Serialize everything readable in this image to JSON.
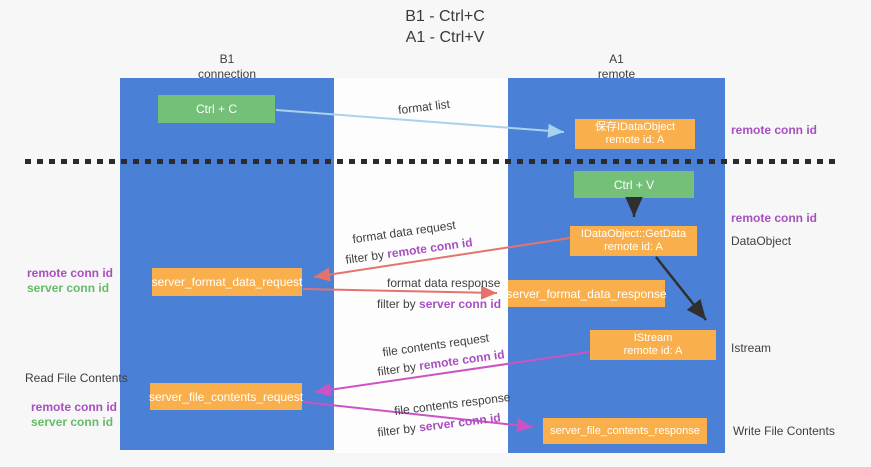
{
  "title": {
    "line1": "B1 - Ctrl+C",
    "line2": "A1 - Ctrl+V"
  },
  "lanes": {
    "left": {
      "name": "B1",
      "type": "connection"
    },
    "right": {
      "name": "A1",
      "type": "remote"
    }
  },
  "boxes": {
    "ctrl_c": {
      "label": "Ctrl + C"
    },
    "clipboard_store": {
      "line1": "保存IDataObject",
      "line2": "remote id: A"
    },
    "ctrl_v": {
      "label": "Ctrl + V"
    },
    "getdata": {
      "line1": "IDataObject::GetData",
      "line2": "remote id: A"
    },
    "format_request": {
      "label": "server_format_data_request"
    },
    "format_response": {
      "label": "server_format_data_response"
    },
    "istream": {
      "line1": "IStream",
      "line2": "remote id: A"
    },
    "file_request": {
      "label": "server_file_contents_request"
    },
    "file_response": {
      "label": "server_file_contents_response"
    }
  },
  "arrow_labels": {
    "format_list": "format list",
    "format_data_request": "format data request",
    "format_data_response": "format data response",
    "file_contents_request": "file contents request",
    "file_contents_response": "file contents response",
    "filter_by": "filter by ",
    "remote_conn_id": "remote conn id",
    "server_conn_id": "server conn id"
  },
  "annotations": {
    "right_top_conn": "remote conn id",
    "right_mid_conn": "remote conn id",
    "dataobject": "DataObject",
    "istream": "Istream",
    "write_file": "Write File Contents",
    "left_remote_conn": "remote conn id",
    "left_server_conn": "server conn id",
    "read_file": "Read File Contents",
    "left_bottom_remote_conn": "remote conn id",
    "left_bottom_server_conn": "server conn id"
  },
  "colors": {
    "lane_blue": "#4a80d6",
    "box_orange": "#f9b04c",
    "box_green": "#74c078",
    "arrow_light_blue": "#a9d2ee",
    "arrow_red": "#e4736c",
    "arrow_magenta": "#cc53c4",
    "arrow_black": "#2f2f2f",
    "text_purple": "#a84fc0",
    "text_green": "#66bb6a",
    "text_dark": "#3f3f3f",
    "dashed_line": "#2b2b2b"
  }
}
